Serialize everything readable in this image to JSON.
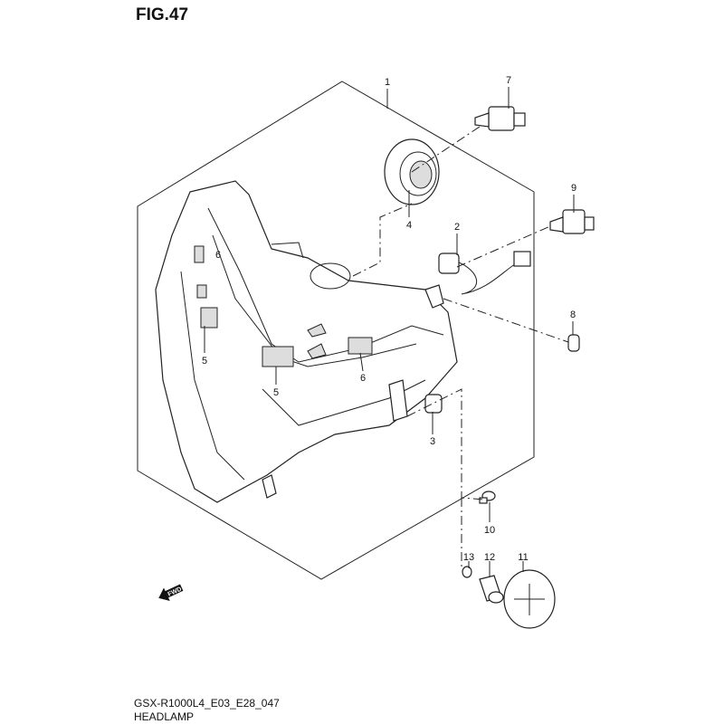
{
  "figure": {
    "title": "FIG.47"
  },
  "footer": {
    "code": "GSX-R1000L4_E03_E28_047",
    "caption": "HEADLAMP"
  },
  "fwd_label": "FWD",
  "callouts": [
    "1",
    "7",
    "4",
    "9",
    "2",
    "6",
    "8",
    "5",
    "5",
    "6",
    "3",
    "10",
    "13",
    "12",
    "11"
  ]
}
